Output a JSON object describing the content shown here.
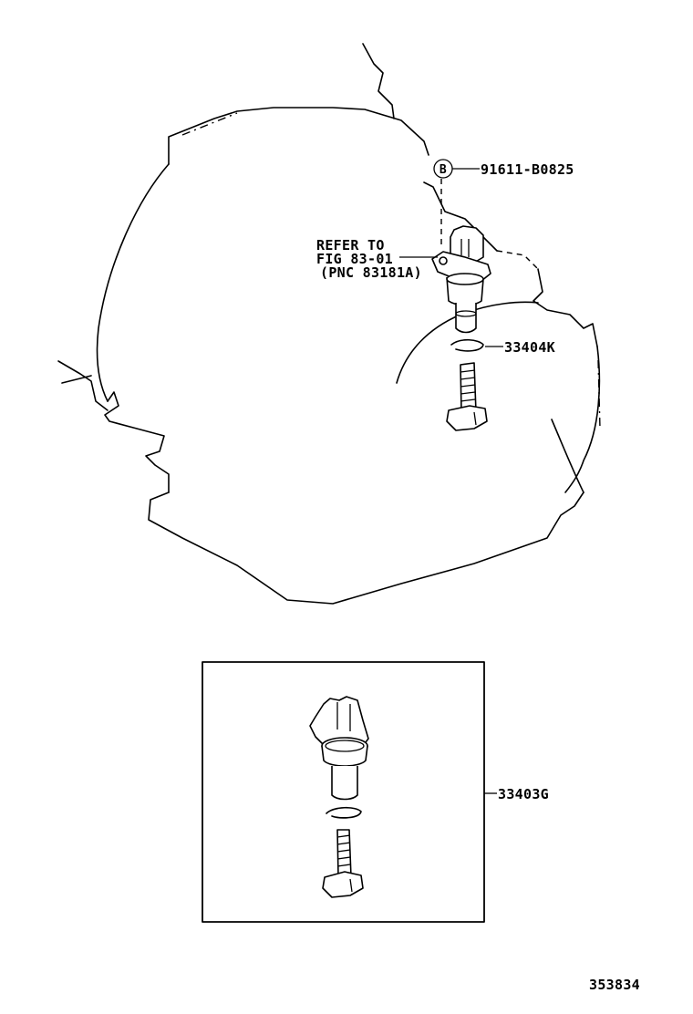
{
  "callouts": {
    "bolt_symbol": "B",
    "bolt_part": "91611-B0825",
    "refer_line1": "REFER TO",
    "refer_line2": "FIG 83-01",
    "refer_line3": "(PNC 83181A)",
    "oring_part": "33404K",
    "assembly_part": "33403G"
  },
  "footer": {
    "illustration_number": "353834"
  }
}
